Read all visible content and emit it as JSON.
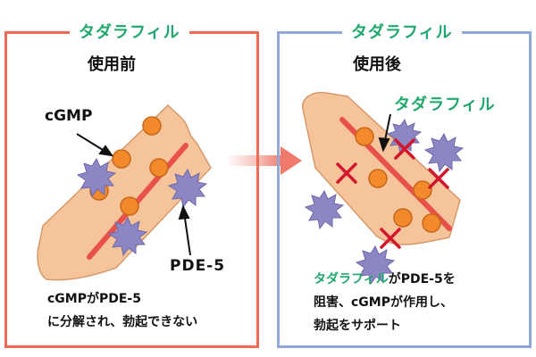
{
  "left_panel": {
    "drug_title": "タダラフィル",
    "phase": "使用前",
    "cgmp_label": "cGMP",
    "pde_label": "PDE-5",
    "desc_line1": "cGMPがPDE-5",
    "desc_line2": "に分解され、勃起できない"
  },
  "right_panel": {
    "drug_title": "タダラフィル",
    "phase": "使用後",
    "drug_label": "タダラフィル",
    "desc_highlight": "タダラフィル",
    "desc_line1_rest": "がPDE-5を",
    "desc_line2": "阻害、cGMPが作用し、",
    "desc_line3": "勃起をサポート"
  },
  "colors": {
    "left_border": "#ee6a55",
    "right_border": "#8fa9d8",
    "drug_green": "#1fa86b",
    "shaft": "#f6c49a",
    "vessel": "#e8504a",
    "cgmp_dot": "#f28a2c",
    "pde_enzyme": "#8c86c4",
    "block_mark": "#d4162c"
  }
}
